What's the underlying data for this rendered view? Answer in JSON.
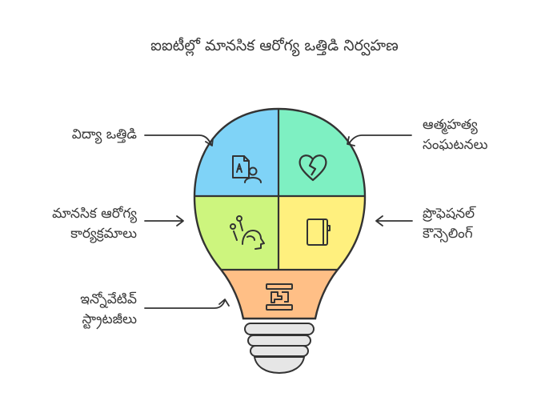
{
  "title": "ఐఐటీల్లో మానసిక ఆరోగ్య ఒత్తిడి నిర్వహణ",
  "labels": {
    "academic_stress": [
      "విద్యా ఒత్తిడి"
    ],
    "mental_health_programs": [
      "మానసిక ఆరోగ్య",
      "కార్యక్రమాలు"
    ],
    "innovative_strategies": [
      "ఇన్నోవేటివ్",
      "స్ట్రాటజీలు"
    ],
    "suicide_incidents": [
      "ఆత్మహత్య",
      "సంఘటనలు"
    ],
    "professional_counseling": [
      "ప్రొఫెషనల్",
      "కౌన్సెలింగ్"
    ]
  },
  "colors": {
    "top_left": "#7fd3f7",
    "top_right": "#7ef0c2",
    "mid_left": "#cdf57e",
    "mid_right": "#fff07e",
    "bottom": "#ffbf86",
    "base": "#e6e6e6",
    "stroke": "#333333"
  },
  "icons": {
    "top_left": "student-exam-icon",
    "top_right": "broken-heart-icon",
    "mid_left": "head-thought-icon",
    "mid_right": "notebook-icon",
    "bottom": "strategy-puzzle-icon"
  }
}
